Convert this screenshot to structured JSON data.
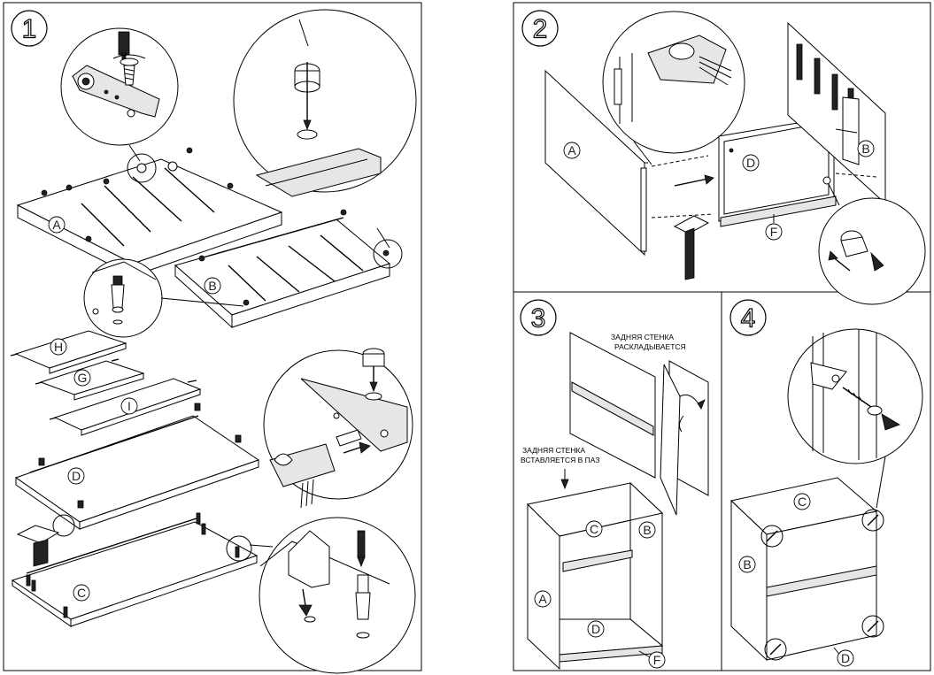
{
  "steps": [
    {
      "number": "1"
    },
    {
      "number": "2"
    },
    {
      "number": "3"
    },
    {
      "number": "4"
    }
  ],
  "step1": {
    "part_labels": [
      "A",
      "B",
      "H",
      "G",
      "I",
      "D",
      "C"
    ]
  },
  "step2": {
    "part_labels": [
      "A",
      "B",
      "D",
      "F"
    ]
  },
  "step3": {
    "note_back_panel_unfolds": [
      "ЗАДНЯЯ СТЕНКА",
      "РАСКЛАДЫВАЕТСЯ"
    ],
    "note_back_panel_groove": [
      "ЗАДНЯЯ СТЕНКА",
      "ВСТАВЛЯЕТСЯ В ПАЗ"
    ],
    "part_labels": [
      "C",
      "B",
      "A",
      "D",
      "F"
    ]
  },
  "step4": {
    "part_labels": [
      "C",
      "B",
      "D"
    ]
  }
}
